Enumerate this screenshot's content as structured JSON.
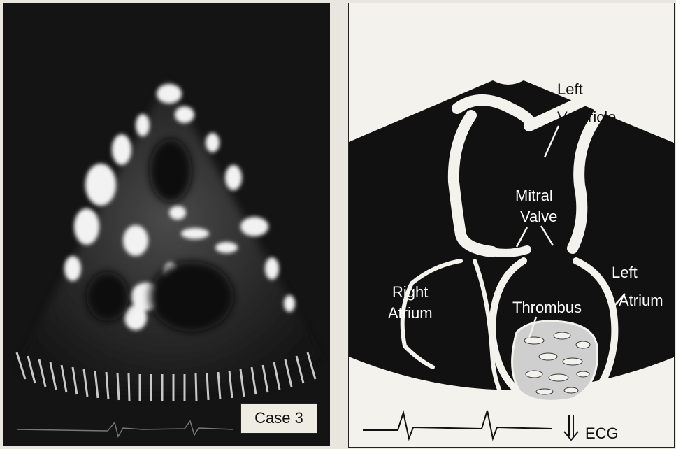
{
  "left_panel": {
    "case_label": "Case 3"
  },
  "right_panel": {
    "labels": {
      "left_ventricle_line1": "Left",
      "left_ventricle_line2": "Ventricle",
      "mitral_line1": "Mitral",
      "mitral_line2": "Valve",
      "right_atrium_line1": "Right",
      "right_atrium_line2": "Atrium",
      "left_atrium_line1": "Left",
      "left_atrium_line2": "Atrium",
      "thrombus": "Thrombus",
      "ecg": "ECG"
    }
  },
  "colors": {
    "sector_fill": "#111111",
    "chamber_fill": "#141414",
    "wall_fill": "#f4f2ec",
    "thrombus_fill": "#cfcfcf"
  }
}
